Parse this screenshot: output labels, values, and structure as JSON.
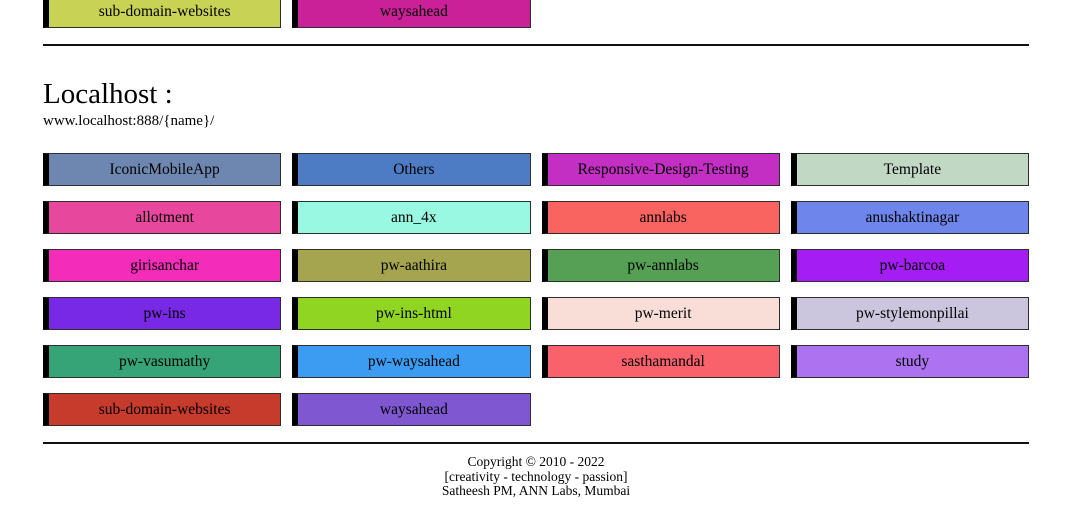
{
  "previous_section": {
    "buttons": [
      {
        "label": "sub-domain-websites",
        "color": "#c8d355"
      },
      {
        "label": "waysahead",
        "color": "#ca2098"
      }
    ]
  },
  "localhost_section": {
    "title": "Localhost :",
    "url_pattern": "www.localhost:888/{name}/",
    "buttons": [
      {
        "label": "IconicMobileApp",
        "color": "#6d87b0"
      },
      {
        "label": "Others",
        "color": "#4d7cc4"
      },
      {
        "label": "Responsive-Design-Testing",
        "color": "#c32ec3"
      },
      {
        "label": "Template",
        "color": "#c0d8c4"
      },
      {
        "label": "allotment",
        "color": "#e8479e"
      },
      {
        "label": "ann_4x",
        "color": "#99f8e1"
      },
      {
        "label": "annlabs",
        "color": "#f96461"
      },
      {
        "label": "anushaktinagar",
        "color": "#6e86eb"
      },
      {
        "label": "girisanchar",
        "color": "#f32cba"
      },
      {
        "label": "pw-aathira",
        "color": "#a5a550"
      },
      {
        "label": "pw-annlabs",
        "color": "#55a055"
      },
      {
        "label": "pw-barcoa",
        "color": "#a41df2"
      },
      {
        "label": "pw-ins",
        "color": "#7829e5"
      },
      {
        "label": "pw-ins-html",
        "color": "#8fd522"
      },
      {
        "label": "pw-merit",
        "color": "#f9ded7"
      },
      {
        "label": "pw-stylemonpillai",
        "color": "#cbc6de"
      },
      {
        "label": "pw-vasumathy",
        "color": "#36a476"
      },
      {
        "label": "pw-waysahead",
        "color": "#3c9cf2"
      },
      {
        "label": "sasthamandal",
        "color": "#f9616b"
      },
      {
        "label": "study",
        "color": "#ac72f0"
      },
      {
        "label": "sub-domain-websites",
        "color": "#c63b2b"
      },
      {
        "label": "waysahead",
        "color": "#7f58d1"
      }
    ]
  },
  "footer": {
    "line1": "Copyright © 2010 - 2022",
    "line2": "[creativity - technology - passion]",
    "line3": "Satheesh PM, ANN Labs, Mumbai"
  }
}
